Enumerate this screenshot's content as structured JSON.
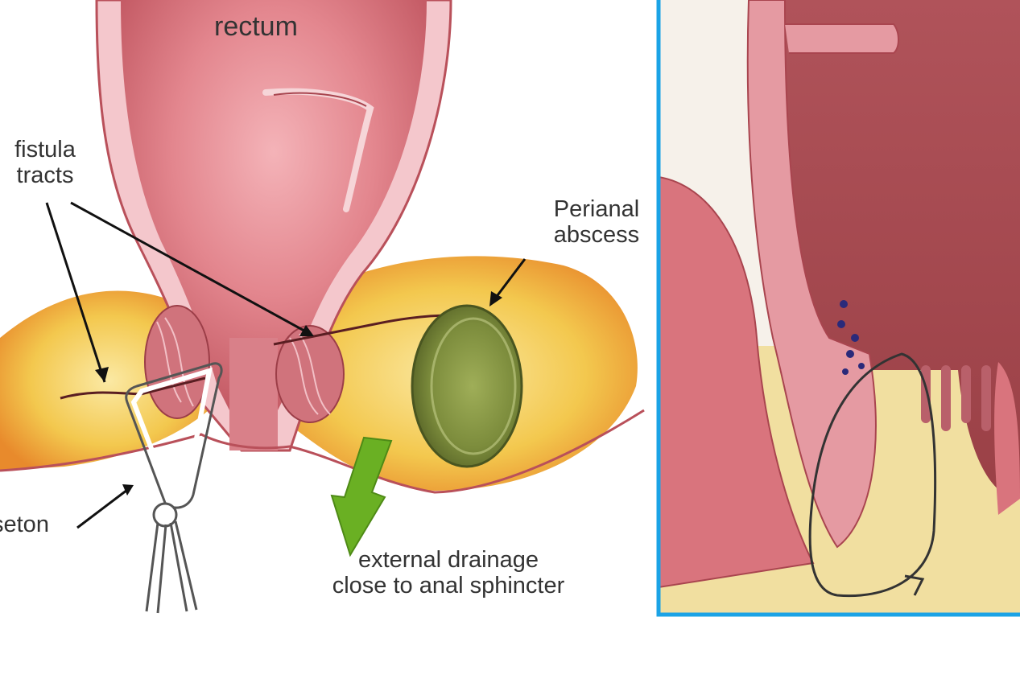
{
  "labels": {
    "rectum": "rectum",
    "fistula_line1": "fistula",
    "fistula_line2": "tracts",
    "perianal_line1": "Perianal",
    "perianal_line2": "abscess",
    "seton": "seton",
    "drainage_line1": "external drainage",
    "drainage_line2": "close to anal sphincter"
  },
  "colors": {
    "inset_frame": "#1ba3e6",
    "abscess": "#8a9a4a",
    "drainage_arrow": "#6ab023",
    "fat": "#f2c64b",
    "tissue": "#d9727a",
    "mucosa": "#f0b2ba"
  }
}
